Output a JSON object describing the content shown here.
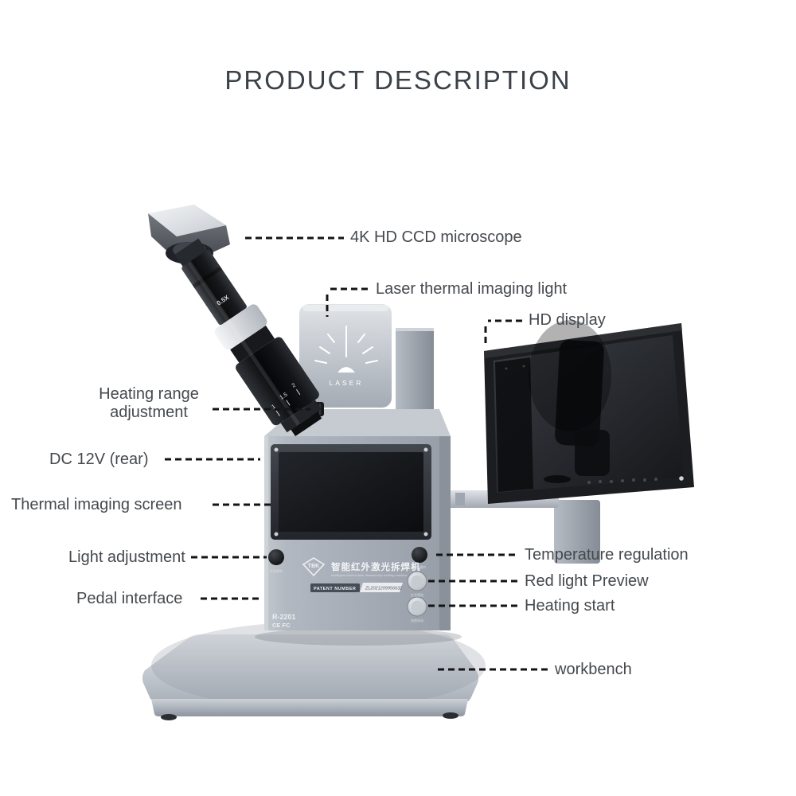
{
  "title": "PRODUCT DESCRIPTION",
  "callouts": {
    "microscope": "4K HD CCD microscope",
    "laser_light": "Laser thermal imaging light",
    "hd_display": "HD display",
    "heating_range": {
      "line1": "Heating range",
      "line2": "adjustment"
    },
    "dc_power": "DC 12V (rear)",
    "thermal_screen": "Thermal imaging screen",
    "light_adjustment": "Light adjustment",
    "pedal_interface": "Pedal interface",
    "temperature_regulation": "Temperature regulation",
    "red_light_preview": "Red light Preview",
    "heating_start": "Heating start",
    "workbench": "workbench"
  },
  "device": {
    "brand": "TBK",
    "model": "R-2201",
    "certifications": "CE FC",
    "title_cn": "智能红外激光拆焊机",
    "subtitle_en": "Intelligent infrared laser disassembly welding machine",
    "patent_label": "PATENT NUMBER",
    "patent_number": "ZL2021209956632",
    "laser_badge_text": "LASER",
    "lens_mark": "0.5X",
    "zoom_marks": [
      "1",
      "1.5",
      "2"
    ],
    "panel_labels": {
      "light_knob": "灯光调节",
      "temperature_knob": "温度调节",
      "red_light_button": "红光预览",
      "heating_button": "加热启动"
    }
  },
  "colors": {
    "title_text": "#3b4148",
    "label_text": "#45494e",
    "callout_line": "#141414",
    "device_silver": "#aab1ba",
    "screen_black": "#101214"
  }
}
